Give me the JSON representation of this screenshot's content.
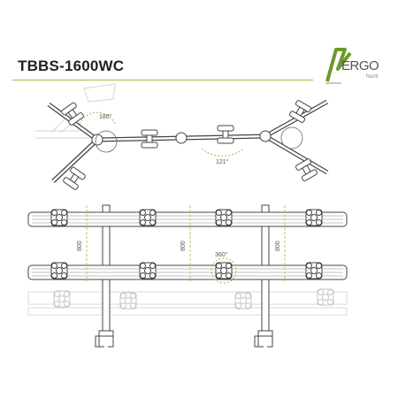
{
  "header": {
    "model": "TBBS-1600WC"
  },
  "logo": {
    "brand": "ERGO",
    "sub": "fount",
    "brand_color": "#6a9a2a"
  },
  "accent_color": "#9bbf4a",
  "top_view": {
    "angle_left": "180°",
    "angle_center": "121°"
  },
  "front_view": {
    "height_left": "800",
    "height_center": "800",
    "height_right": "800",
    "rotation": "360°"
  }
}
